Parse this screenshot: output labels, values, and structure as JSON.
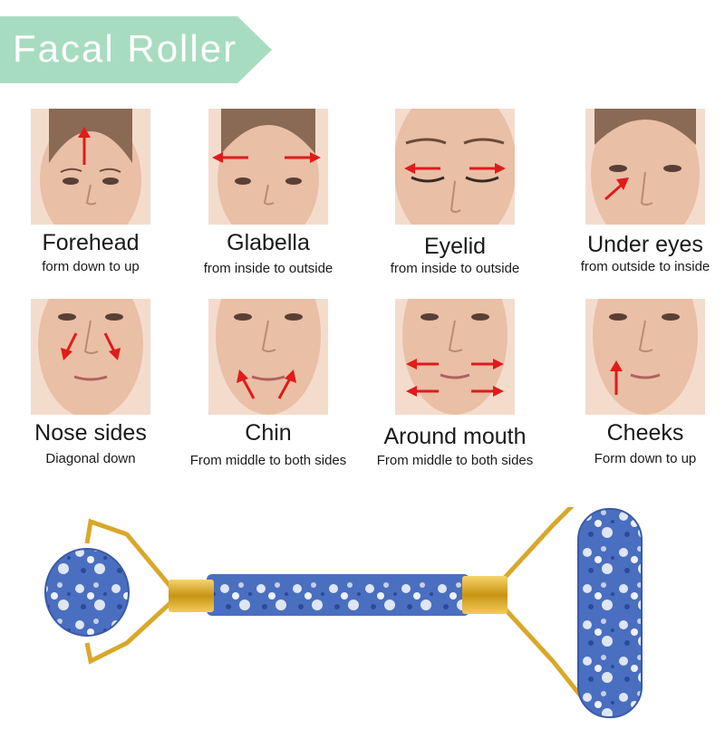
{
  "banner": {
    "title": "Facal Roller",
    "color": "#a8dcc0"
  },
  "arrow_color": "#e01b1b",
  "skin_color": "#e9bfa6",
  "items": [
    {
      "name": "Forehead",
      "direction": "form down to up",
      "arrows": "forehead-up-icon"
    },
    {
      "name": "Glabella",
      "direction": "from inside to outside",
      "arrows": "outward-horizontal-icon"
    },
    {
      "name": "Eyelid",
      "direction": "from inside to outside",
      "arrows": "outward-horizontal-icon"
    },
    {
      "name": "Under eyes",
      "direction": "from outside to inside",
      "arrows": "diagonal-up-icon"
    },
    {
      "name": "Nose sides",
      "direction": "Diagonal down",
      "arrows": "diagonal-down-icon"
    },
    {
      "name": "Chin",
      "direction": "From middle to both sides",
      "arrows": "diagonal-up-outward-icon"
    },
    {
      "name": "Around mouth",
      "direction": "From middle to both sides",
      "arrows": "outward-horizontal-icon"
    },
    {
      "name": "Cheeks",
      "direction": "Form down to up",
      "arrows": "up-arrow-icon"
    }
  ],
  "roller": {
    "stone_color": "#4a6fc0",
    "metal_color": "#d9a82a"
  }
}
